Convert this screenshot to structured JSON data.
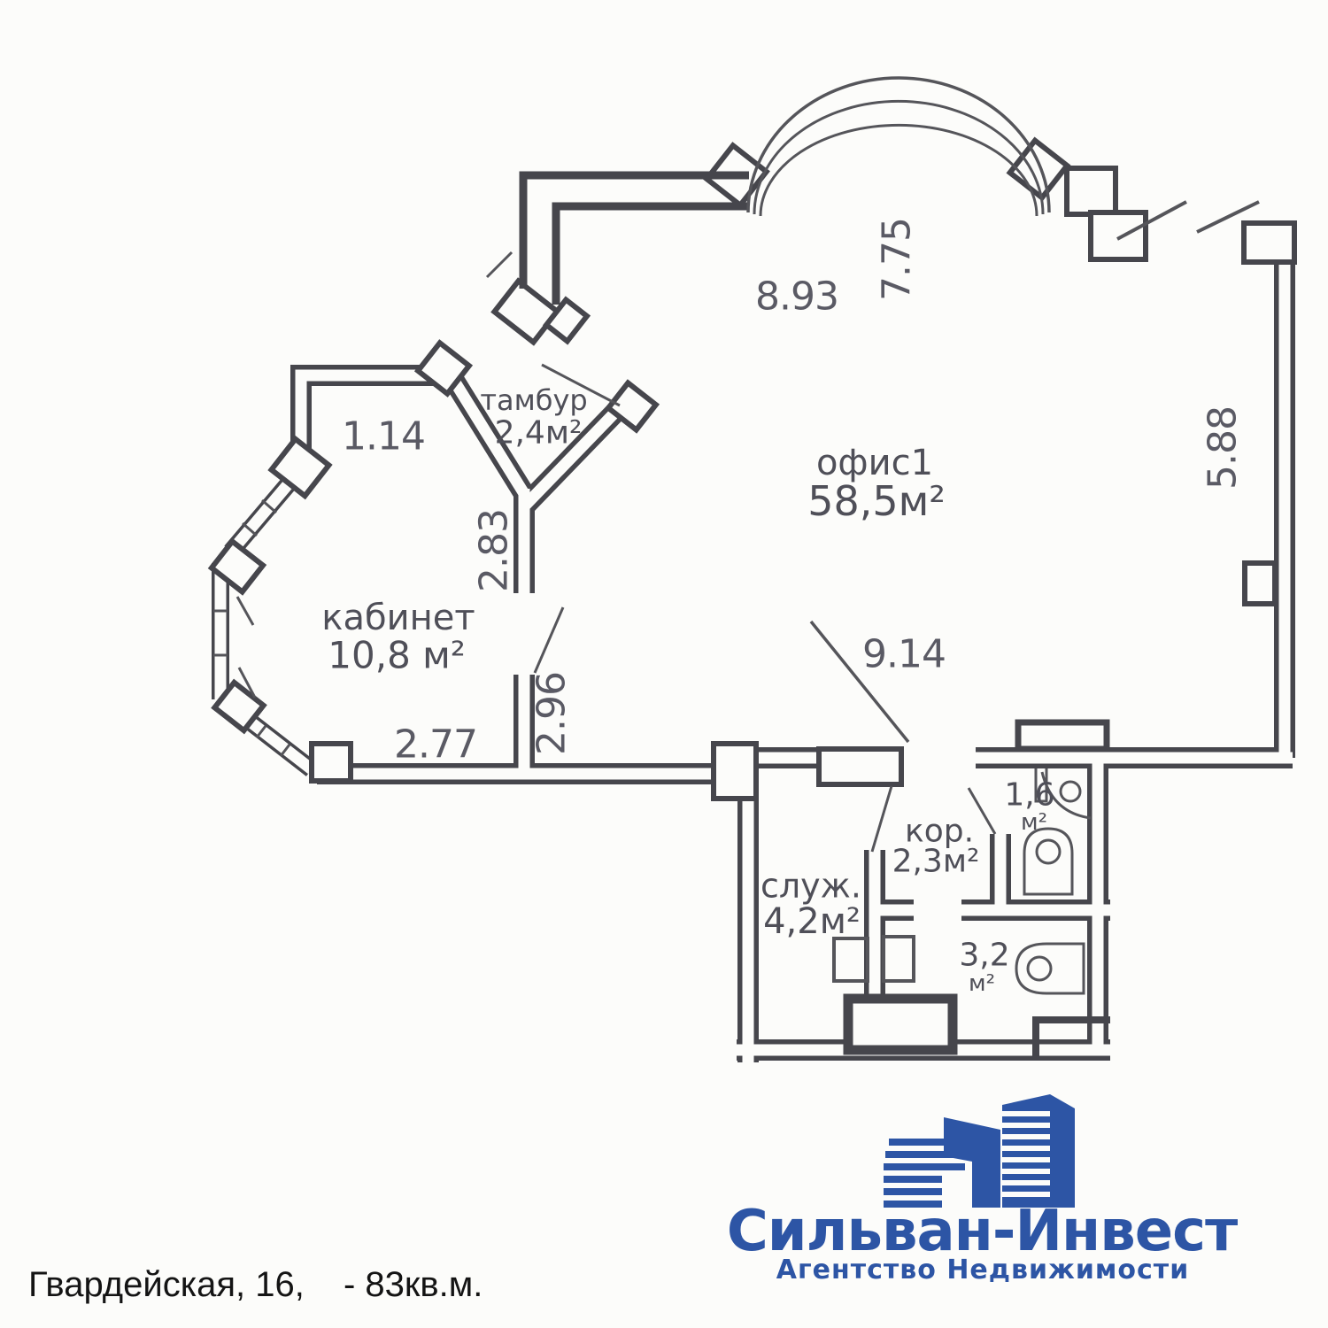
{
  "plan": {
    "rooms": [
      {
        "name": "тамбур",
        "area": "2,4м²"
      },
      {
        "name": "офис1",
        "area": "58,5м²"
      },
      {
        "name": "кабинет",
        "area": "10,8 м²"
      },
      {
        "name": "служ.",
        "area": "4,2м²"
      },
      {
        "name": "кор.",
        "area": "2,3м²"
      },
      {
        "name": "1,6",
        "unit": "м²"
      },
      {
        "name": "3,2",
        "unit": "м²"
      }
    ],
    "dimensions": {
      "top_width": "8.93",
      "office_depth": "7.75",
      "entry_width": "1.14",
      "tambour_wall": "2.83",
      "cabinet_wall": "2.96",
      "cabinet_width": "2.77",
      "office_width": "9.14",
      "right_wall": "5.88"
    }
  },
  "logo": {
    "title": "Сильван-Инвест",
    "subtitle": "Агентство Недвижимости",
    "brand_color": "#2d55a5"
  },
  "footer": {
    "address": "Гвардейская, 16,",
    "total_area": "- 83кв.м."
  }
}
